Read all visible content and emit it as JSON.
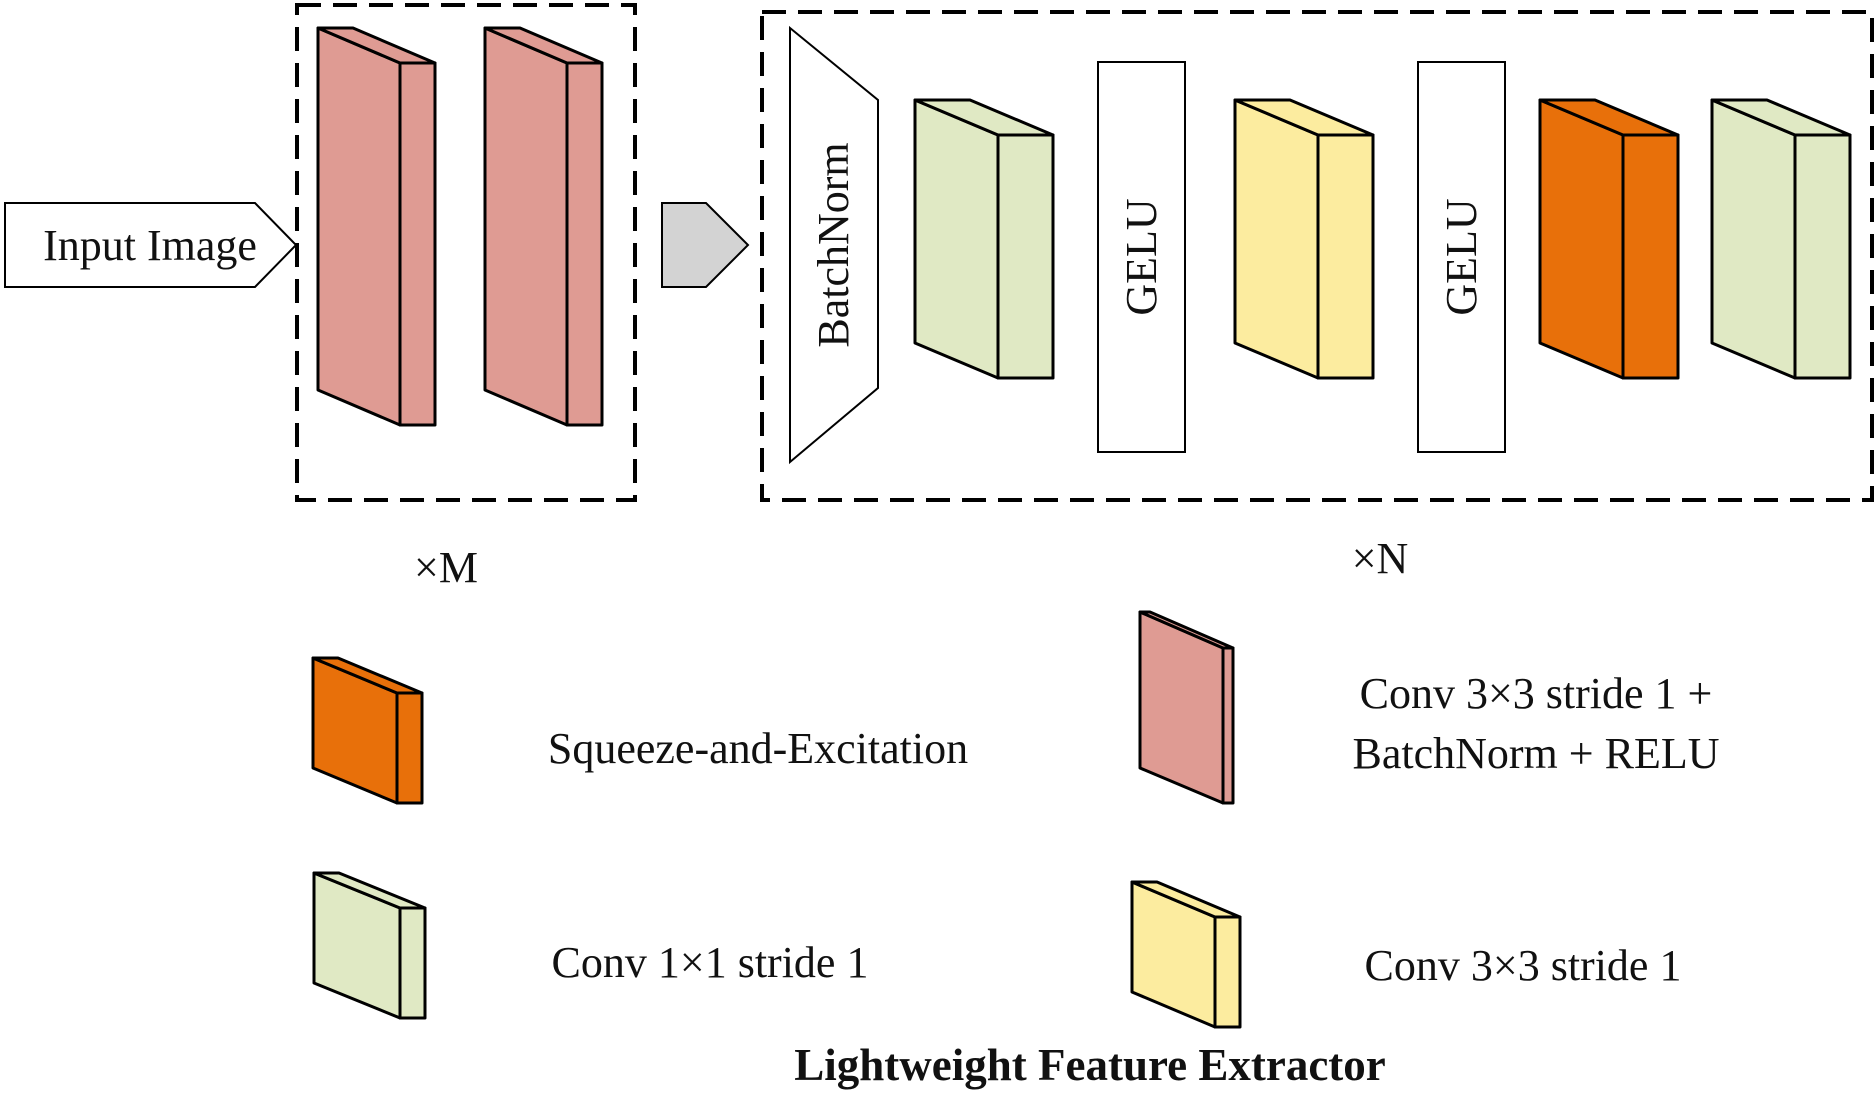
{
  "diagram": {
    "title": "Lightweight Feature Extractor",
    "input_label": "Input Image",
    "repeat_m": "×M",
    "repeat_n": "×N",
    "batchnorm_label": "BatchNorm",
    "gelu_label_1": "GELU",
    "gelu_label_2": "GELU",
    "colors": {
      "conv3x3_bn_relu": "#df9b93",
      "conv1x1": "#e0e9c4",
      "conv3x3": "#fcec9f",
      "squeeze_excitation": "#e8700a",
      "arrow_gray": "#d3d3d3",
      "outline": "#000000"
    }
  },
  "legend": {
    "se": "Squeeze-and-Excitation",
    "conv3x3_bn_relu_line1": "Conv 3×3 stride 1 +",
    "conv3x3_bn_relu_line2": "BatchNorm + RELU",
    "conv1x1": "Conv 1×1 stride 1",
    "conv3x3": "Conv 3×3 stride 1"
  }
}
